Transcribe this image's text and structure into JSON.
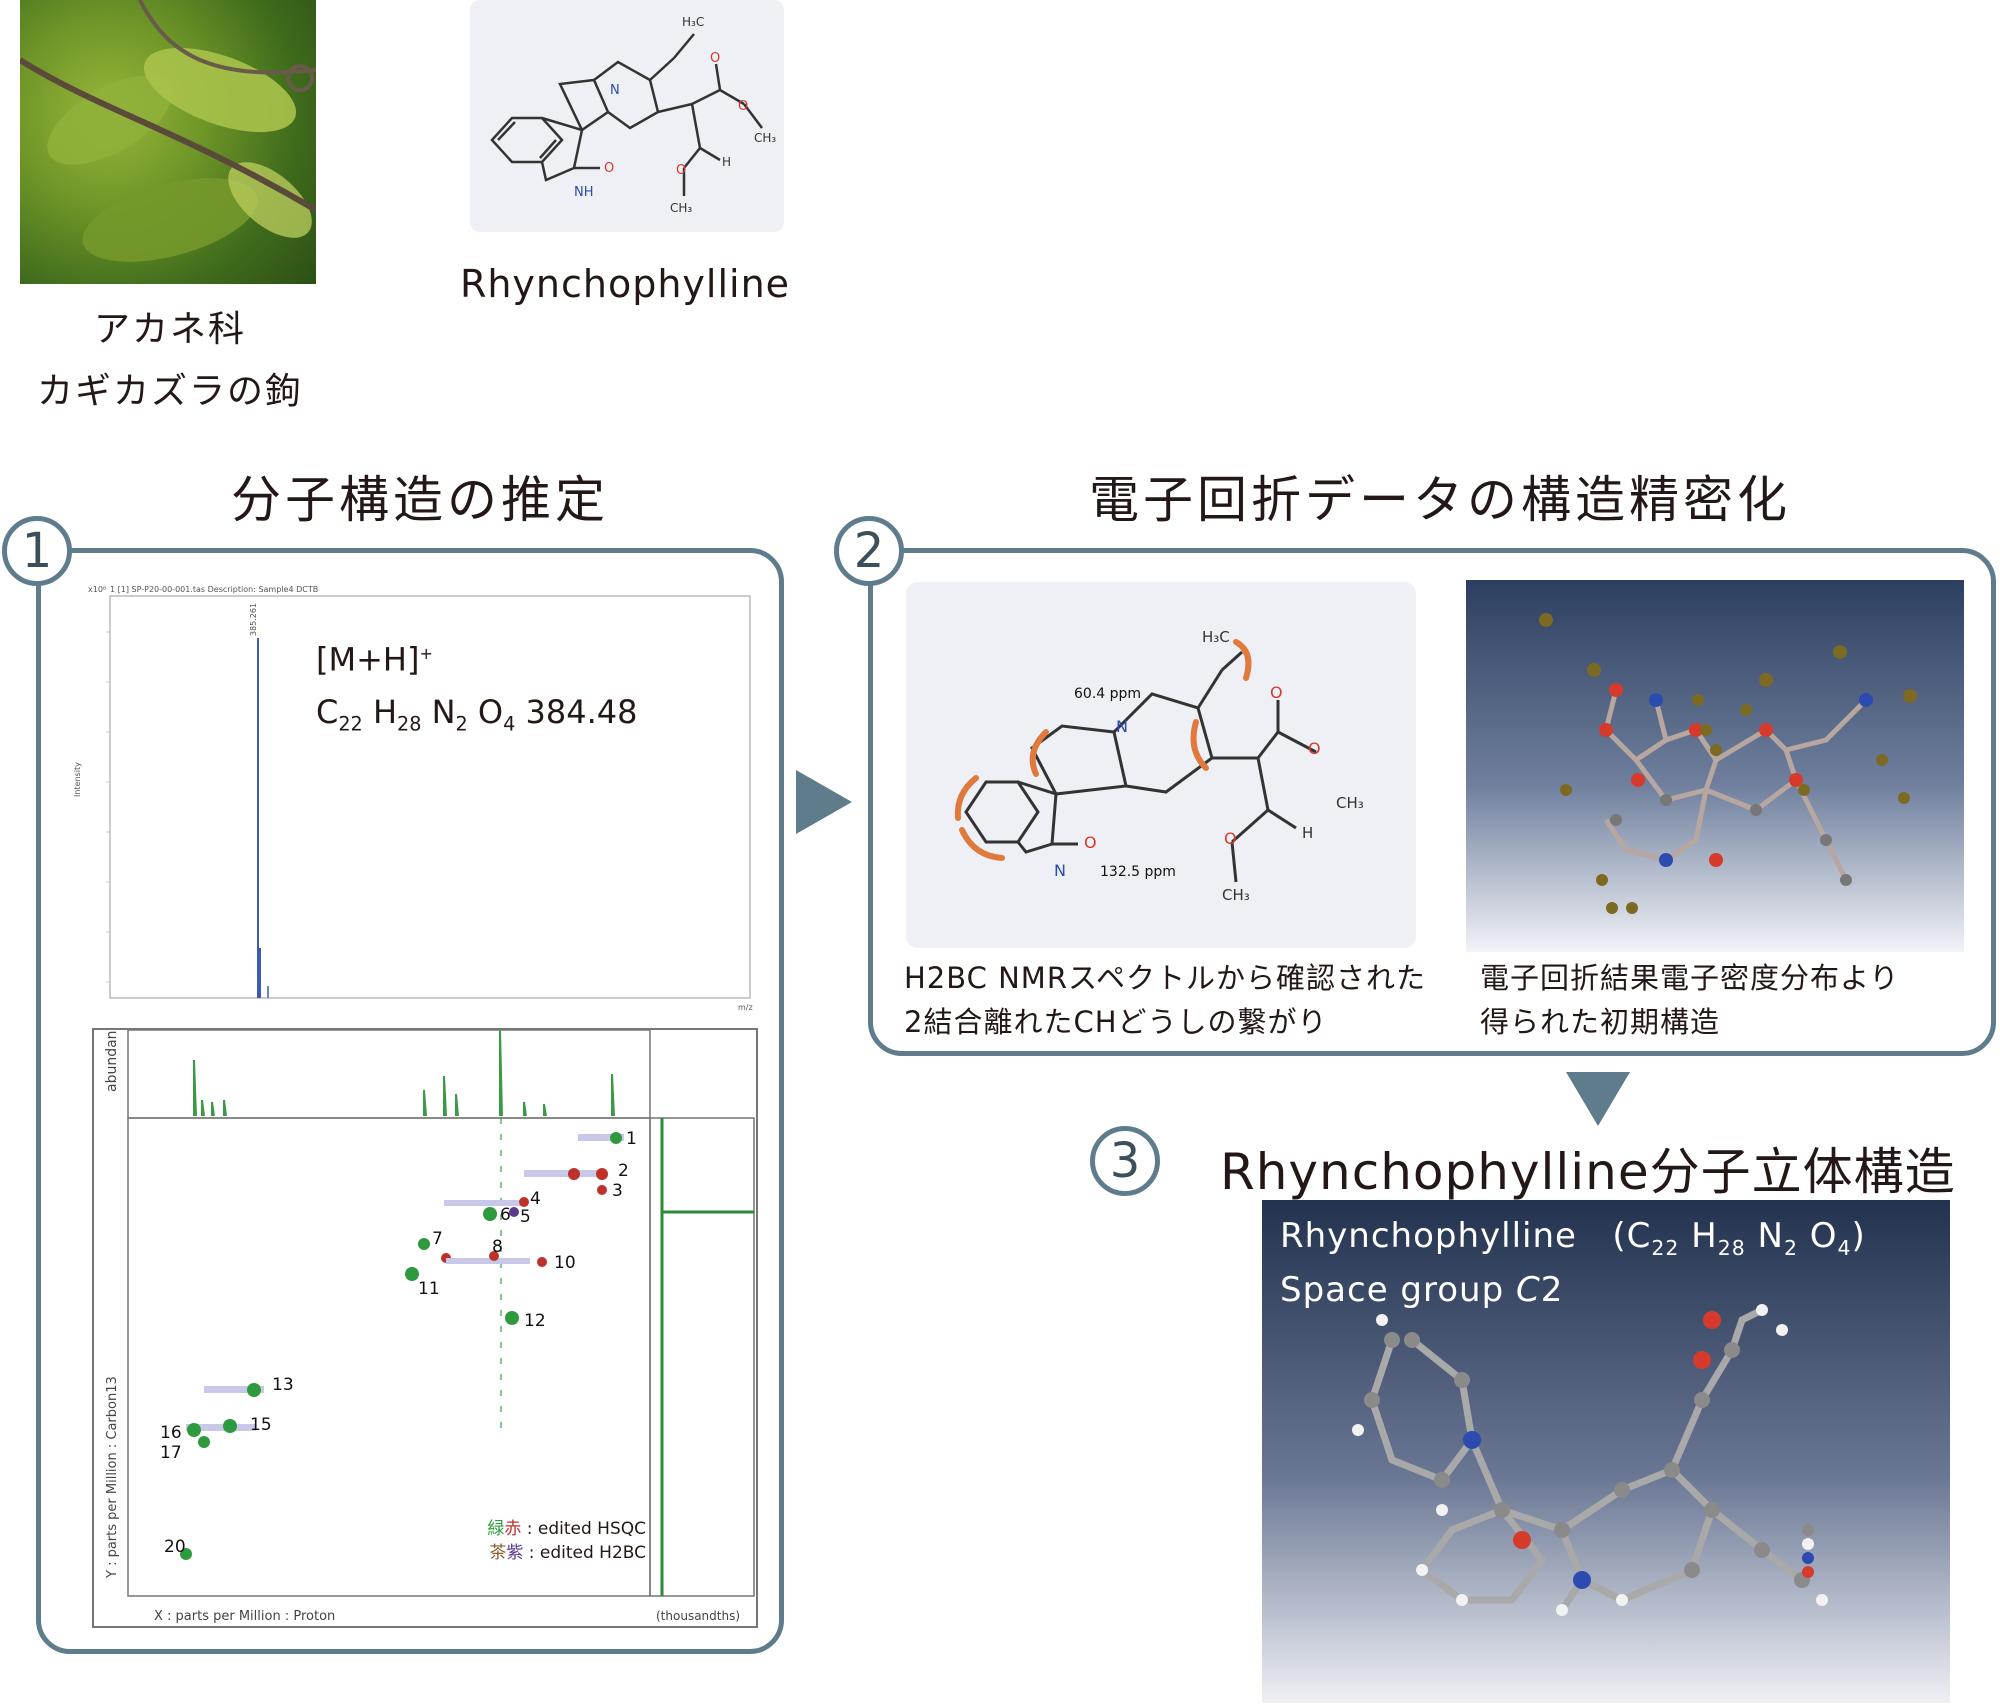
{
  "plant": {
    "caption_line1": "アカネ科",
    "caption_line2": "カギカズラの鉤"
  },
  "top_molecule": {
    "name": "Rhynchophylline"
  },
  "section1": {
    "number": "1",
    "title": "分子構造の推定",
    "ms_ion": "[M+H]",
    "ms_ion_sup": "+",
    "formula": {
      "c": "C",
      "c_n": "22",
      "h": "H",
      "h_n": "28",
      "n": "N",
      "n_n": "2",
      "o": "O",
      "o_n": "4",
      "mass": "384.48"
    },
    "ms_header": "1 [1] SP-P20-00-001.tas  Description: Sample4 DCTB",
    "ms_ylabel": "Intensity",
    "ms_scale": "x10⁶",
    "ms_peak_label": "385.261",
    "ms_xunit": "m/z",
    "nmr_x_axis_label": "X : parts per Million : Proton",
    "nmr_y_axis_label": "Y : parts per Million : Carbon13",
    "nmr_top_axis_label": "abundance",
    "nmr_right_axis_label": "(thousandths)",
    "nmr_peaks": [
      "1",
      "2",
      "3",
      "4",
      "6",
      "5",
      "7",
      "8",
      "10",
      "11",
      "12",
      "13",
      "15",
      "16",
      "17",
      "20"
    ],
    "legend": {
      "hsqc_green": "緑",
      "hsqc_red": "赤",
      "hsqc_text": " : edited HSQC",
      "h2bc_brown": "茶",
      "h2bc_purple": "紫",
      "h2bc_text": " : edited H2BC"
    }
  },
  "section2": {
    "number": "2",
    "title": "電子回折データの構造精密化",
    "caption_left_line1": "H2BC NMRスペクトルから確認された",
    "caption_left_line2": "2結合離れたCHどうしの繋がり",
    "caption_right_line1": "電子回折結果電子密度分布より",
    "caption_right_line2": "得られた初期構造",
    "ppm_label_1": "60.4 ppm",
    "ppm_label_2": "132.5 ppm"
  },
  "section3": {
    "number": "3",
    "title": "Rhynchophylline分子立体構造",
    "name": "Rhynchophylline",
    "formula": {
      "c": "C",
      "c_n": "22",
      "h": "H",
      "h_n": "28",
      "n": "N",
      "n_n": "2",
      "o": "O",
      "o_n": "4"
    },
    "space_group_label": "Space group",
    "space_group_value": "C",
    "space_group_num": "2"
  },
  "colors": {
    "panel_border": "#5f7c8d",
    "bracket_orange": "#e07a3c",
    "oxygen_red": "#d63a2b",
    "nitrogen_blue": "#2b4bb0",
    "hsqc_green": "#2e9a3e",
    "hsqc_red": "#c0302a",
    "h2bc_purple": "#5b3a8e"
  }
}
